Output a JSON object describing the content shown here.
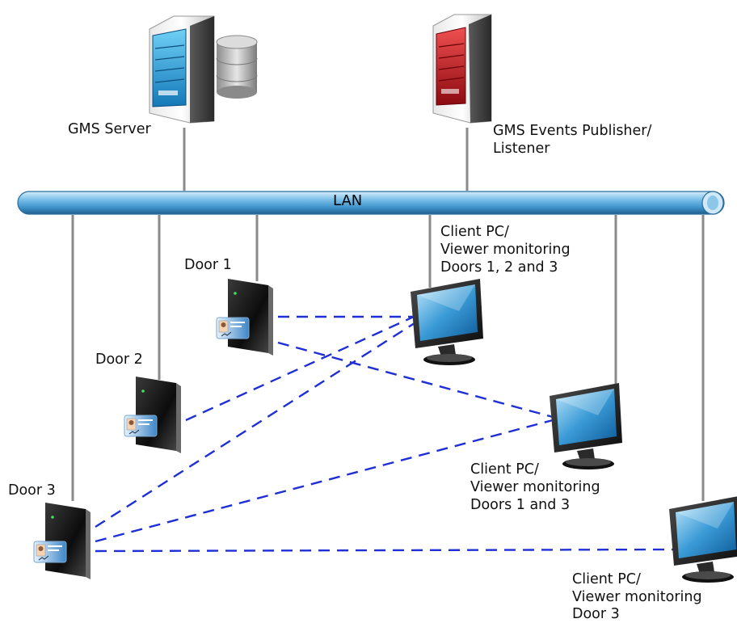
{
  "lan": {
    "label": "LAN"
  },
  "servers": {
    "gms_server": {
      "label": "GMS Server"
    },
    "events_publisher": {
      "label_line1": "GMS Events Publisher/",
      "label_line2": "Listener"
    }
  },
  "doors": [
    {
      "label": "Door 1"
    },
    {
      "label": "Door 2"
    },
    {
      "label": "Door 3"
    }
  ],
  "clients": [
    {
      "line1": "Client PC/",
      "line2": "Viewer monitoring",
      "line3": "Doors 1, 2 and 3"
    },
    {
      "line1": "Client PC/",
      "line2": "Viewer monitoring",
      "line3": "Doors 1 and 3"
    },
    {
      "line1": "Client PC/",
      "line2": "Viewer monitoring",
      "line3": "Door 3"
    }
  ],
  "colors": {
    "lan_pipe": "#6fb4e0",
    "wire": "#8a8a8a",
    "monitoring_link": "#1f2fd6",
    "server_blue": "#2a9fd6",
    "server_red": "#c4161c"
  }
}
